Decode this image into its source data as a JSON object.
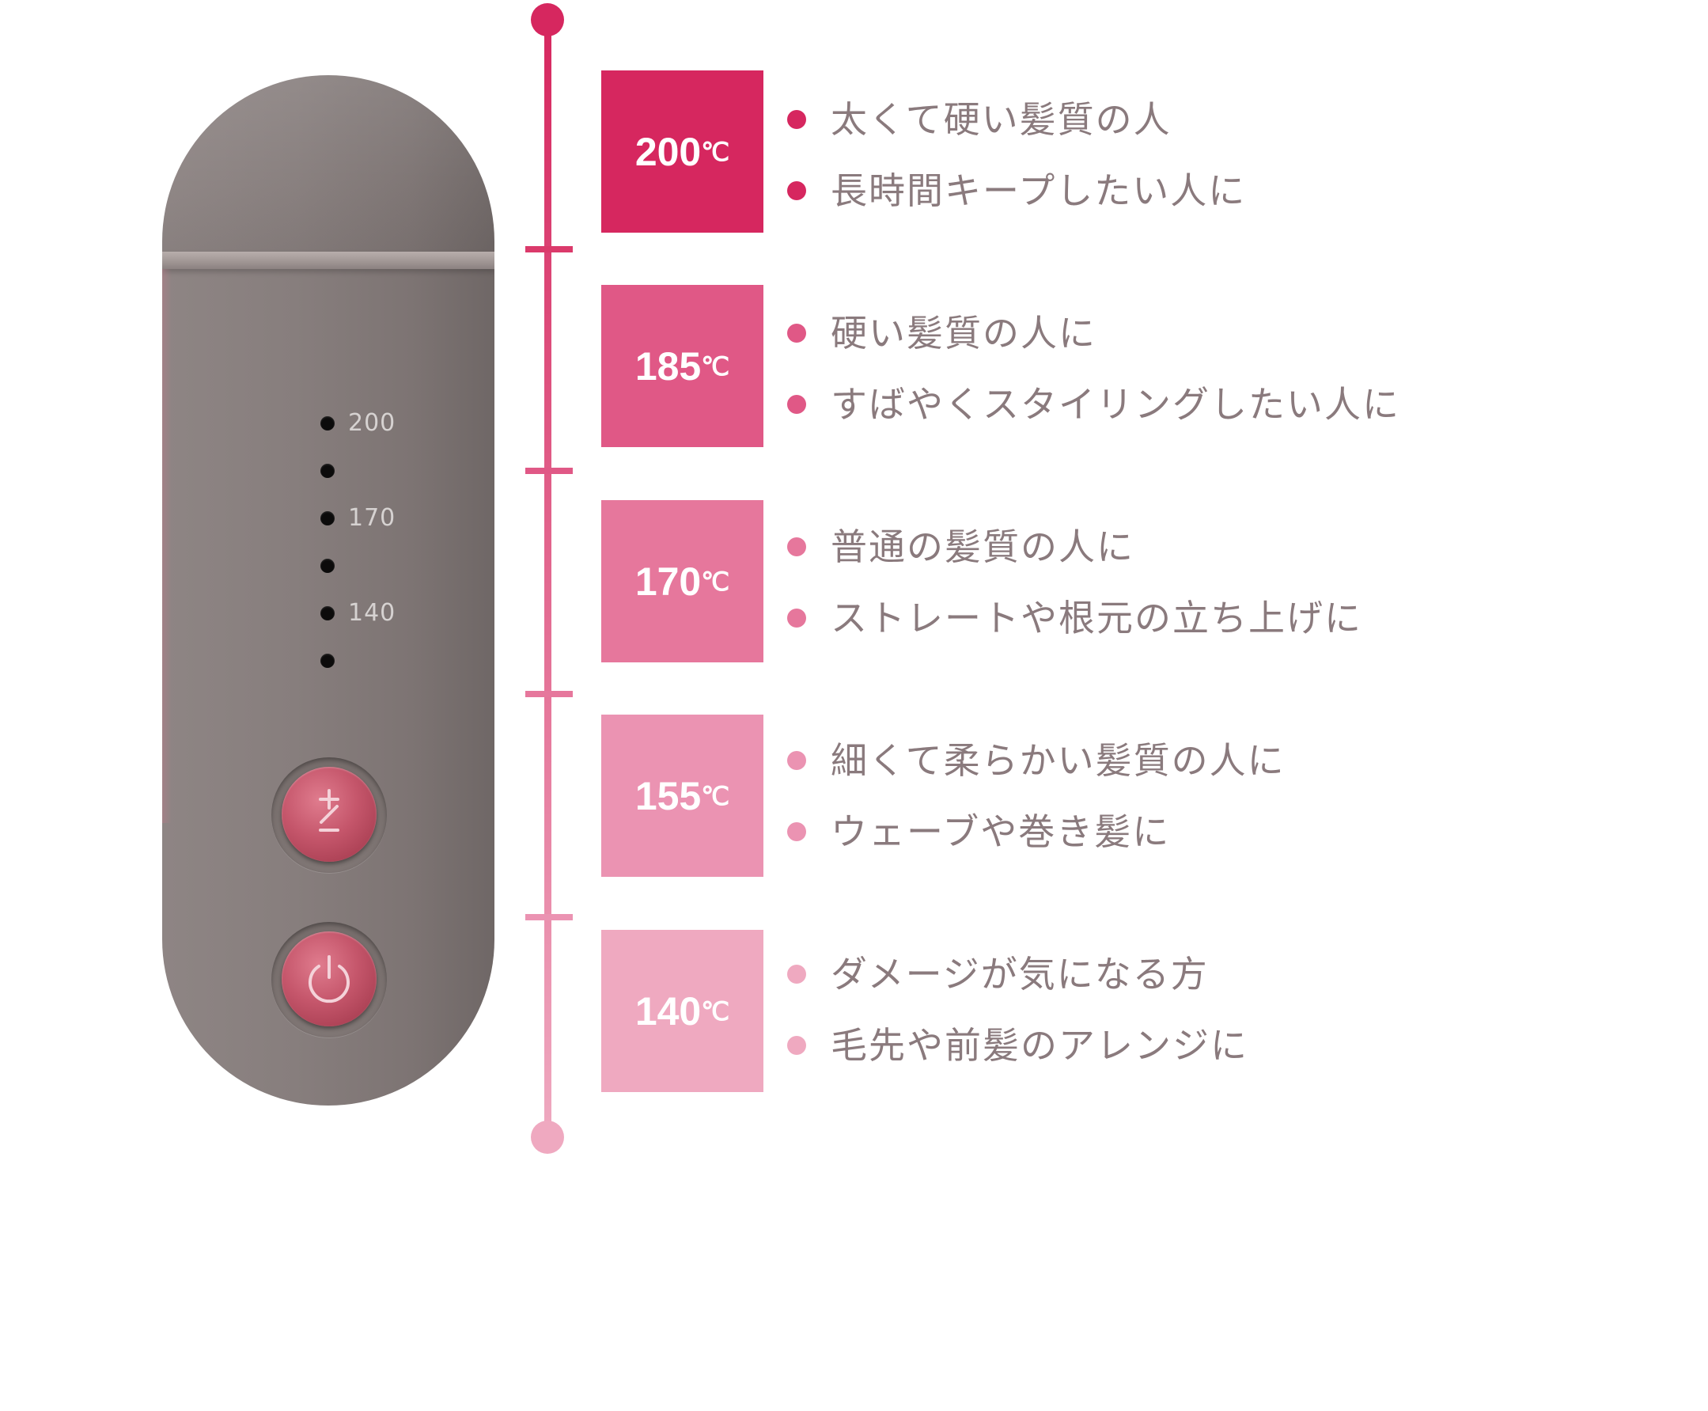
{
  "device": {
    "indicator_labels": [
      "200",
      "",
      "170",
      "",
      "140",
      ""
    ],
    "buttons": [
      {
        "name": "temperature-plus-minus-button",
        "icon": "plus-minus-icon"
      },
      {
        "name": "power-button",
        "icon": "power-icon"
      }
    ]
  },
  "colors": {
    "t200": "#d6275f",
    "t185": "#e05886",
    "t170": "#e6779c",
    "t155": "#eb93b2",
    "t140": "#efa9c0",
    "text": "#8a7a7d"
  },
  "temperatures": [
    {
      "value": "200",
      "unit": "℃",
      "lines": [
        "太くて硬い髪質の人",
        "長時間キープしたい人に"
      ]
    },
    {
      "value": "185",
      "unit": "℃",
      "lines": [
        "硬い髪質の人に",
        "すばやくスタイリングしたい人に"
      ]
    },
    {
      "value": "170",
      "unit": "℃",
      "lines": [
        "普通の髪質の人に",
        "ストレートや根元の立ち上げに"
      ]
    },
    {
      "value": "155",
      "unit": "℃",
      "lines": [
        "細くて柔らかい髪質の人に",
        "ウェーブや巻き髪に"
      ]
    },
    {
      "value": "140",
      "unit": "℃",
      "lines": [
        "ダメージが気になる方",
        "毛先や前髪のアレンジに"
      ]
    }
  ]
}
